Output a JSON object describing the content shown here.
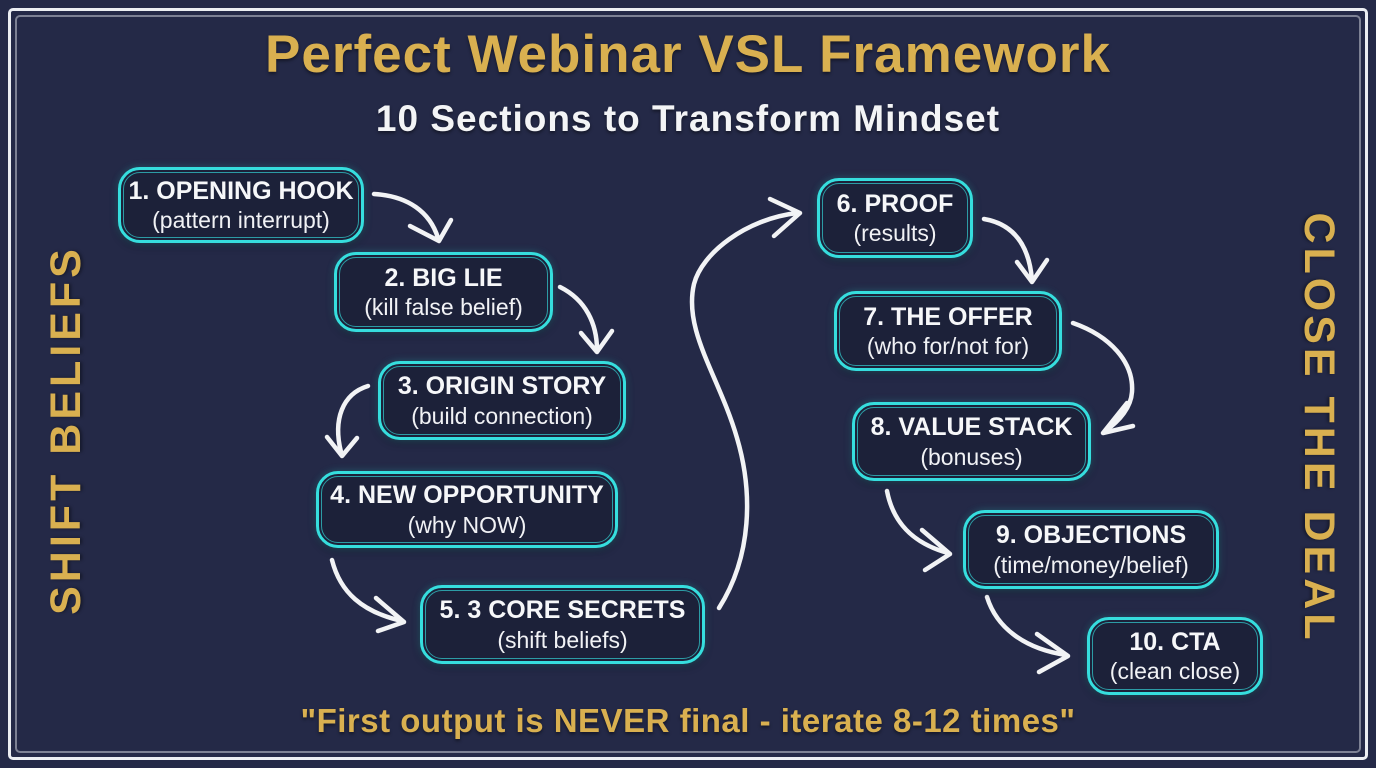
{
  "colors": {
    "background": "#242947",
    "node_fill": "#1c2139",
    "node_border_cyan": "#36dede",
    "accent_gold": "#d9b050",
    "text_white": "#f3f4f6",
    "frame_white": "#eceef2"
  },
  "header": {
    "title": "Perfect Webinar VSL Framework",
    "subtitle": "10 Sections to Transform Mindset"
  },
  "side_labels": {
    "left": "SHIFT BELIEFS",
    "right": "CLOSE THE DEAL"
  },
  "steps": [
    {
      "title": "1. OPENING HOOK",
      "subtitle": "(pattern interrupt)"
    },
    {
      "title": "2. BIG LIE",
      "subtitle": "(kill false belief)"
    },
    {
      "title": "3. ORIGIN STORY",
      "subtitle": "(build connection)"
    },
    {
      "title": "4. NEW OPPORTUNITY",
      "subtitle": "(why NOW)"
    },
    {
      "title": "5. 3 CORE SECRETS",
      "subtitle": "(shift beliefs)"
    },
    {
      "title": "6. PROOF",
      "subtitle": "(results)"
    },
    {
      "title": "7. THE OFFER",
      "subtitle": "(who for/not for)"
    },
    {
      "title": "8. VALUE STACK",
      "subtitle": "(bonuses)"
    },
    {
      "title": "9. OBJECTIONS",
      "subtitle": "(time/money/belief)"
    },
    {
      "title": "10. CTA",
      "subtitle": "(clean close)"
    }
  ],
  "footer": {
    "quote": "\"First output is NEVER final - iterate 8-12 times\""
  }
}
